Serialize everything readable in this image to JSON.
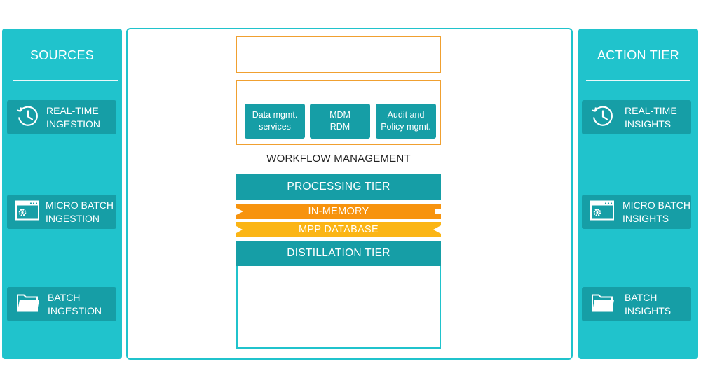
{
  "colors": {
    "teal_panel": "#20c3cc",
    "teal_item": "#169ea6",
    "orange_border": "#f0a030",
    "in_memory": "#f7930e",
    "mpp_database": "#fbb515"
  },
  "sources": {
    "title": "SOURCES",
    "items": [
      {
        "icon": "clock-history-icon",
        "label": "REAL-TIME\nINGESTION"
      },
      {
        "icon": "browser-gear-icon",
        "label": "MICRO BATCH\nINGESTION"
      },
      {
        "icon": "folder-icon",
        "label": "BATCH\nINGESTION"
      }
    ]
  },
  "action_tier": {
    "title": "ACTION TIER",
    "items": [
      {
        "icon": "clock-history-icon",
        "label": "REAL-TIME\nINSIGHTS"
      },
      {
        "icon": "browser-gear-icon",
        "label": "MICRO BATCH\nINSIGHTS"
      },
      {
        "icon": "folder-icon",
        "label": "BATCH\nINSIGHTS"
      }
    ]
  },
  "center": {
    "services": [
      {
        "label": "Data mgmt.\nservices"
      },
      {
        "label": "MDM\nRDM"
      },
      {
        "label": "Audit and\nPolicy mgmt."
      }
    ],
    "workflow_label": "WORKFLOW MANAGEMENT",
    "processing_tier": "PROCESSING TIER",
    "in_memory": "IN-MEMORY",
    "mpp_database": "MPP DATABASE",
    "distillation_tier": "DISTILLATION TIER"
  }
}
